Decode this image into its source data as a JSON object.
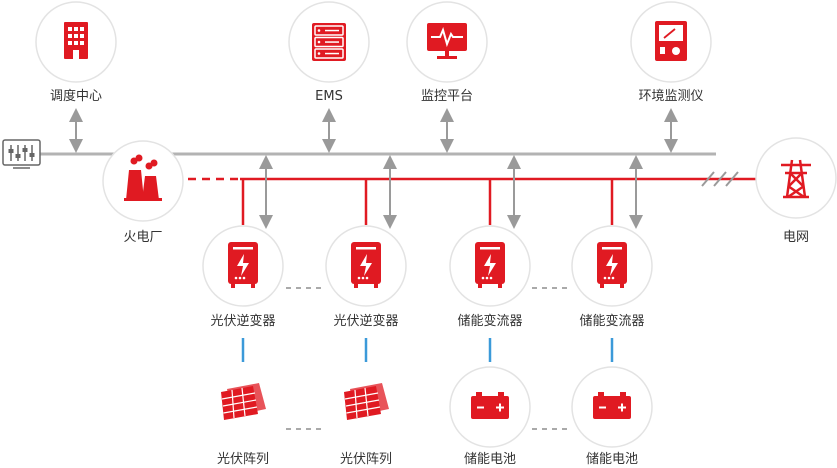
{
  "colors": {
    "accent_red": "#e01a22",
    "bus_gray": "#b3b3b3",
    "arrow_gray": "#9a9a9a",
    "link_blue": "#3b9ad9",
    "circle_border": "#e3e3e3",
    "text": "#333333"
  },
  "nodes": {
    "dispatch": {
      "label": "调度中心",
      "icon": "building-icon"
    },
    "ems": {
      "label": "EMS",
      "icon": "server-icon"
    },
    "monitor": {
      "label": "监控平台",
      "icon": "monitor-icon"
    },
    "env": {
      "label": "环境监测仪",
      "icon": "meter-icon"
    },
    "thermal": {
      "label": "火电厂",
      "icon": "power-plant-icon"
    },
    "grid": {
      "label": "电网",
      "icon": "transmission-tower-icon"
    },
    "pv_inverter_1": {
      "label": "光伏逆变器",
      "icon": "inverter-icon"
    },
    "pv_inverter_2": {
      "label": "光伏逆变器",
      "icon": "inverter-icon"
    },
    "storage_converter_1": {
      "label": "储能变流器",
      "icon": "inverter-icon"
    },
    "storage_converter_2": {
      "label": "储能变流器",
      "icon": "inverter-icon"
    },
    "pv_array_1": {
      "label": "光伏阵列",
      "icon": "solar-panel-icon"
    },
    "pv_array_2": {
      "label": "光伏阵列",
      "icon": "solar-panel-icon"
    },
    "battery_1": {
      "label": "储能电池",
      "icon": "battery-icon"
    },
    "battery_2": {
      "label": "储能电池",
      "icon": "battery-icon"
    },
    "switch": {
      "icon": "switch-panel-icon"
    }
  }
}
